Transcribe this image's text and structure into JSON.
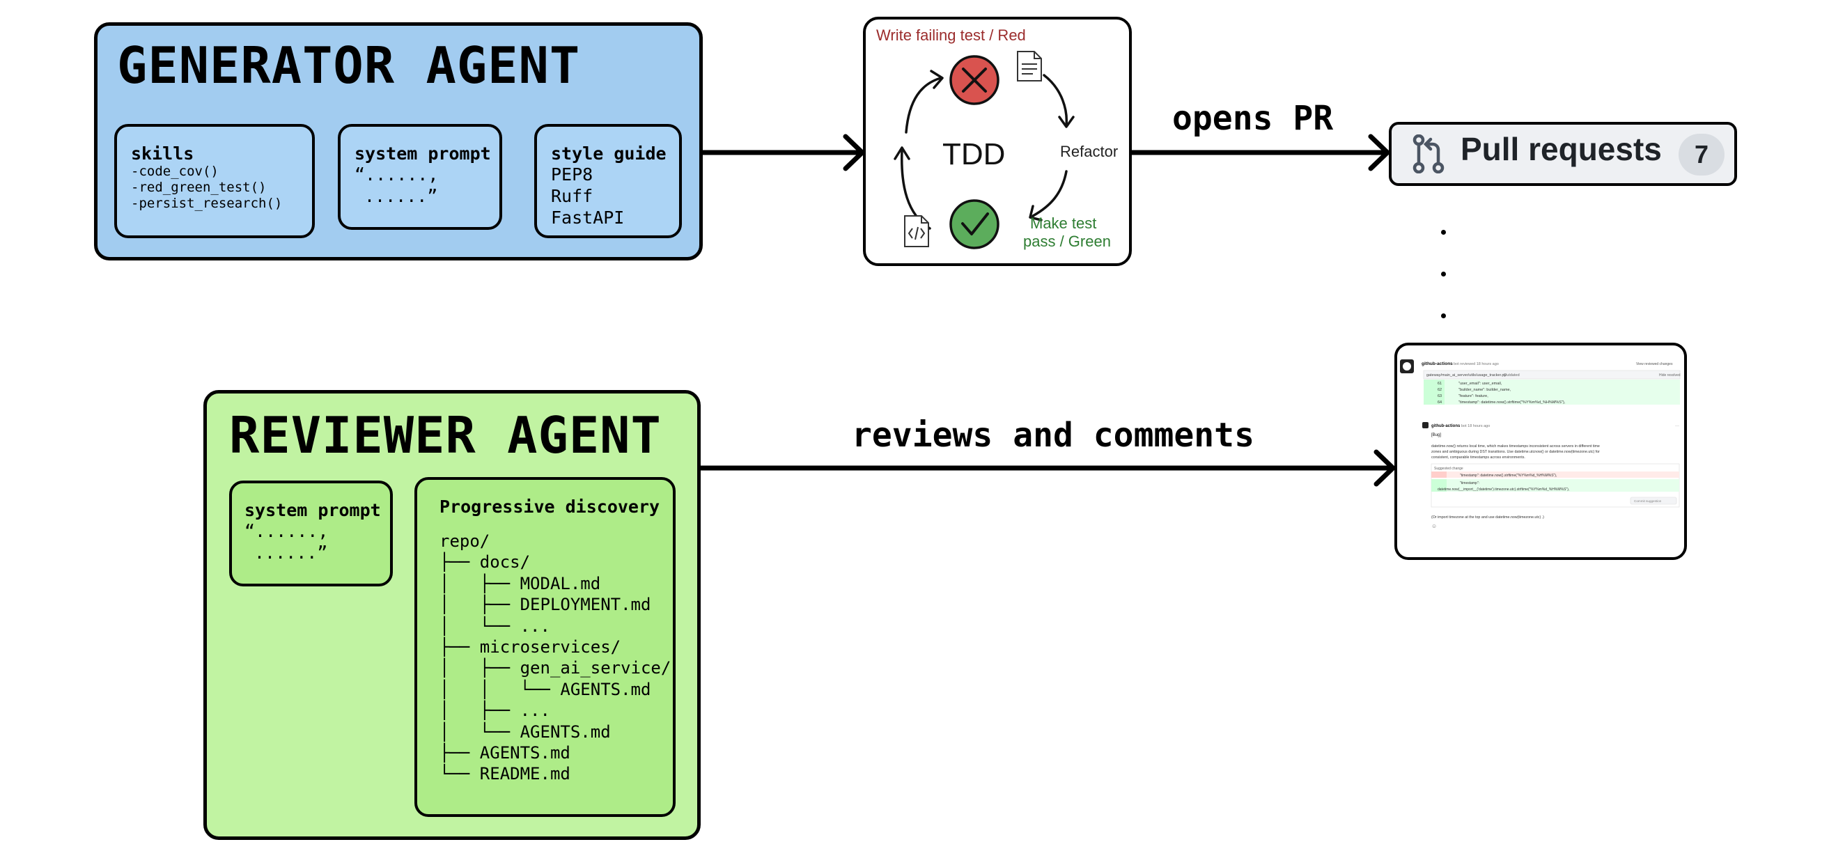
{
  "generator": {
    "title": "GENERATOR AGENT",
    "skills": {
      "title": "skills",
      "items": [
        "-code_cov()",
        "-red_green_test()",
        "-persist_research()"
      ]
    },
    "system_prompt": {
      "title": "system prompt",
      "line1": "“......,",
      "line2": "......”"
    },
    "style_guide": {
      "title": "style guide",
      "items": [
        "PEP8",
        "Ruff",
        "FastAPI"
      ]
    }
  },
  "reviewer": {
    "title": "REVIEWER AGENT",
    "system_prompt": {
      "title": "system prompt",
      "line1": "“......,",
      "line2": "......”"
    },
    "progressive_discovery": {
      "title": "Progressive discovery",
      "tree": "repo/\n├── docs/\n│   ├── MODAL.md\n│   ├── DEPLOYMENT.md\n│   └── ...\n├── microservices/\n│   ├── gen_ai_service/\n│   │   └── AGENTS.md\n│   ├── ...\n│   └── AGENTS.md\n├── AGENTS.md\n└── README.md"
    }
  },
  "tdd": {
    "center": "TDD",
    "red_label": "Write failing test / Red",
    "refactor_label": "Refactor",
    "green_label_1": "Make test",
    "green_label_2": "pass / Green",
    "colors": {
      "red": "#d9534f",
      "green": "#5cad5c",
      "red_text": "#9b2c2c",
      "green_text": "#2e7d32"
    }
  },
  "arrows": {
    "opens_pr": "opens PR",
    "reviews": "reviews and comments"
  },
  "pull_requests": {
    "label": "Pull requests",
    "count": "7",
    "icon": "git-pull-request-icon"
  },
  "review_screenshot": {
    "author": "github-actions",
    "meta_1": "bot reviewed 18 hours ago",
    "view_changes": "View reviewed changes",
    "file_path": "gateway/main_ai_server/utils/usage_tracker.py",
    "outdated": "Outdated",
    "hide_resolved": "Hide resolved",
    "diff_lines": [
      {
        "num": "61",
        "code": "\"user_email\": user_email,"
      },
      {
        "num": "62",
        "code": "\"builder_name\": builder_name,"
      },
      {
        "num": "63",
        "code": "\"feature\": feature,"
      },
      {
        "num": "64",
        "code": "\"timestamp\": datetime.now().strftime(\"%Y%m%d_%H%M%S\"),"
      }
    ],
    "comment_author": "github-actions",
    "comment_meta": "bot 18 hours ago",
    "tag": "[Bug]",
    "body_1": "datetime.now() returns local time, which makes timestamps inconsistent across servers in different time",
    "body_2": "zones and ambiguous during DST transitions. Use datetime.utcnow() or datetime.now(timezone.utc) for",
    "body_3": "consistent, comparable timestamps across environments.",
    "suggested_change": "Suggested change",
    "removed_line": "\"timestamp\": datetime.now().strftime(\"%Y%m%d_%H%M%S\"),",
    "added_line_1": "\"timestamp\":",
    "added_line_2": "datetime.now(__import__('datetime').timezone.utc).strftime(\"%Y%m%d_%H%M%S\"),",
    "commit_button": "Commit suggestion",
    "footer": "(Or import timezone at the top and use datetime.now(timezone.utc) .)",
    "emoji": "☺"
  }
}
